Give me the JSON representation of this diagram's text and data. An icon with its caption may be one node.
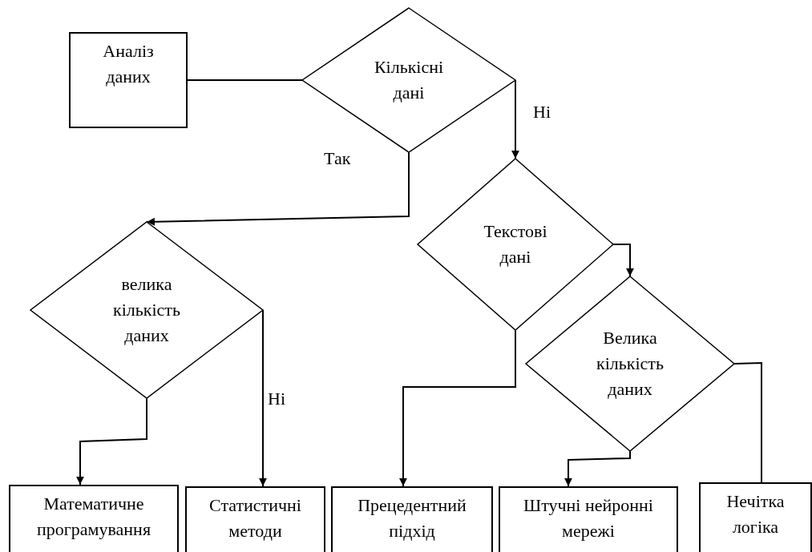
{
  "diagram": {
    "nodes": [
      {
        "text": [
          "Аналіз даних"
        ]
      },
      {
        "text": [
          "Кількісні дані"
        ]
      },
      {
        "text": [
          "Текстові дані"
        ]
      },
      {
        "text": [
          "велика кількість даних"
        ]
      },
      {
        "text": [
          "Велика кількість даних"
        ]
      },
      {
        "text": [
          "Математичне програмування"
        ]
      },
      {
        "text": [
          "Статистичні методи"
        ]
      },
      {
        "text": [
          "Прецедентний підхід"
        ]
      },
      {
        "text": [
          "Штучні нейронні мережі"
        ]
      },
      {
        "text": [
          "Нечітка логіка"
        ]
      }
    ],
    "edges": [
      {
        "from": 0,
        "to": 1,
        "arrow": "none"
      },
      {
        "from": 1,
        "to": 3,
        "arrow": "to",
        "label": "Так"
      },
      {
        "from": 1,
        "to": 2,
        "arrow": "to",
        "label": "Ні"
      },
      {
        "from": 2,
        "to": 4,
        "arrow": "to"
      },
      {
        "from": 3,
        "to": 5,
        "arrow": "to"
      },
      {
        "from": 3,
        "to": 6,
        "arrow": "to",
        "label": "Ні"
      },
      {
        "from": 2,
        "to": 7,
        "arrow": "to"
      },
      {
        "from": 4,
        "to": 8,
        "arrow": "to"
      },
      {
        "from": 4,
        "to": 9,
        "arrow": "none"
      }
    ]
  }
}
